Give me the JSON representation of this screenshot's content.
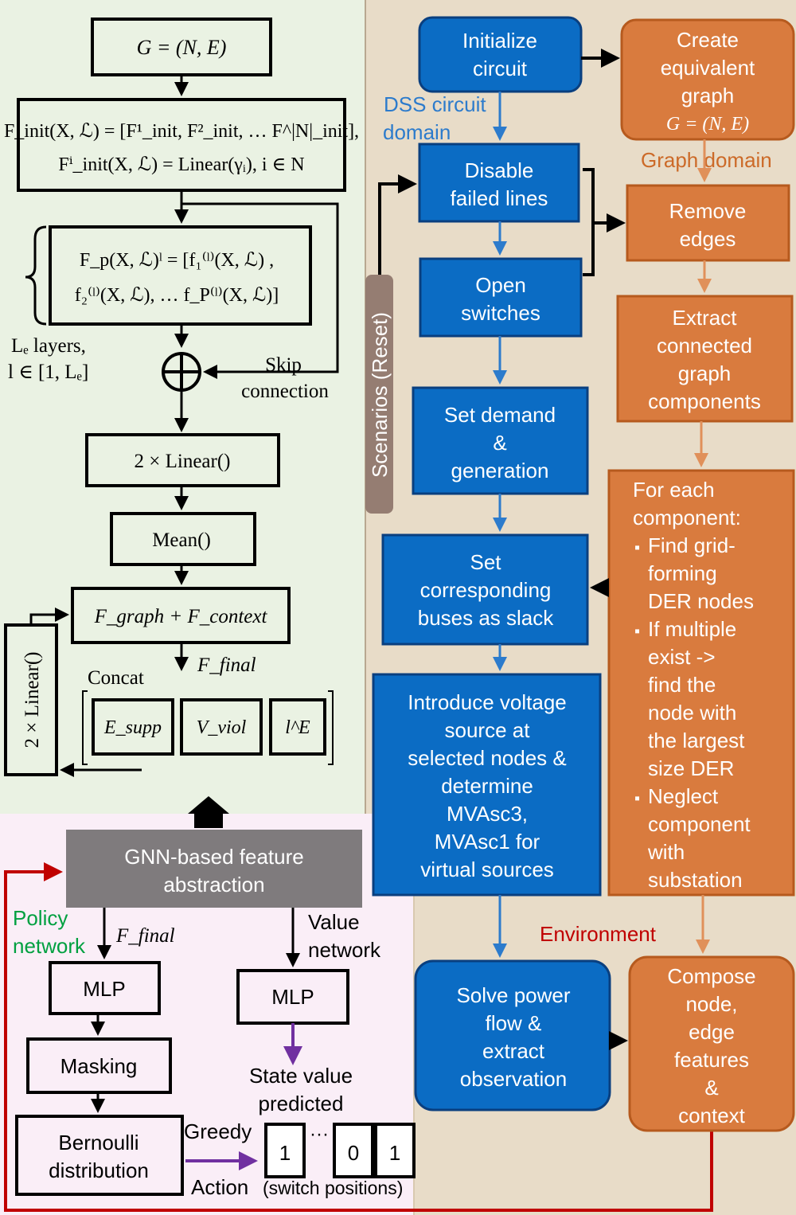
{
  "gnn_panel": {
    "graph_def": "G = (N, E)",
    "finit_line1": "F_init(X, ℒ) = [F¹_init, F²_init, … F^|N|_init],",
    "finit_line2": "Fⁱ_init(X, ℒ) = Linear(γᵢ), i ∈ N",
    "fp_line1": "F_p(X, ℒ)ˡ = [f₁⁽ˡ⁾(X, ℒ) ,",
    "fp_line2": "f₂⁽ˡ⁾(X, ℒ), … f_P⁽ˡ⁾(X, ℒ)]",
    "layers_line1": "Lₑ layers,",
    "layers_line2": "l ∈ [1, Lₑ]",
    "skip_line1": "Skip",
    "skip_line2": "connection",
    "linear2": "2 × Linear()",
    "mean": "Mean()",
    "fsum": "F_graph + F_context",
    "ffinal": "F_final",
    "concat": "Concat",
    "esupp": "E_supp",
    "vviol": "V_viol",
    "le": "l^E",
    "side_linear": "2 × Linear()"
  },
  "policy_panel": {
    "gnn_line1": "GNN-based feature",
    "gnn_line2": "abstraction",
    "policy_line1": "Policy",
    "policy_line2": "network",
    "ffinal": "F_final",
    "value_line1": "Value",
    "value_line2": "network",
    "mlp_policy": "MLP",
    "mlp_value": "MLP",
    "masking": "Masking",
    "bern_line1": "Bernoulli",
    "bern_line2": "distribution",
    "greedy": "Greedy",
    "state_line1": "State value",
    "state_line2": "predicted",
    "action": "Action",
    "switch_positions": "(switch positions)",
    "bit1": "1",
    "dots": "···",
    "bit0": "0",
    "bit_last": "1"
  },
  "env_panel": {
    "scenarios": "Scenarios (Reset)",
    "dss_line1": "DSS circuit",
    "dss_line2": "domain",
    "graph_domain": "Graph domain",
    "environment": "Environment",
    "init_line1": "Initialize",
    "init_line2": "circuit",
    "disable_line1": "Disable",
    "disable_line2": "failed lines",
    "open_line1": "Open",
    "open_line2": "switches",
    "demand_line1": "Set demand",
    "demand_line2": "&",
    "demand_line3": "generation",
    "slack_line1": "Set",
    "slack_line2": "corresponding",
    "slack_line3": "buses as slack",
    "intro_lines": [
      "Introduce voltage",
      "source at",
      "selected nodes &",
      "determine",
      "MVAsc3,",
      "MVAsc1 for",
      "virtual sources"
    ],
    "solve_lines": [
      "Solve power",
      "flow &",
      "extract",
      "observation"
    ],
    "create_lines": [
      "Create",
      "equivalent",
      "graph"
    ],
    "create_g": "G = (N, E)",
    "remove_line1": "Remove",
    "remove_line2": "edges",
    "extract_lines": [
      "Extract",
      "connected",
      "graph",
      "components"
    ],
    "foreach_lines": [
      "For each",
      "component:"
    ],
    "bullet1_lines": [
      "Find grid-",
      "forming",
      "DER nodes"
    ],
    "bullet2_lines": [
      "If multiple",
      "exist ->",
      "find the",
      "node with",
      "the largest",
      "size DER"
    ],
    "bullet3_lines": [
      "Neglect",
      "component",
      "with",
      "substation"
    ],
    "compose_lines": [
      "Compose",
      "node,",
      "edge",
      "features",
      "&",
      "context"
    ]
  },
  "colors": {
    "green_bg": "#eaf2e3",
    "pink_bg": "#faeef7",
    "tan_bg": "#e8dcc8",
    "blue_box": "#0b6cc4",
    "blue_border": "#0a3f7f",
    "orange_box": "#d97b3e",
    "orange_border": "#b65a1e",
    "gray_box": "#7f7b7d",
    "scenarios_pill": "#957d72",
    "dss_blue": "#2c7bcc",
    "graph_orange": "#cc6a28",
    "environment_red": "#c00000",
    "policy_green": "#00a040",
    "purple": "#7030a0",
    "red_line": "#c00000"
  }
}
